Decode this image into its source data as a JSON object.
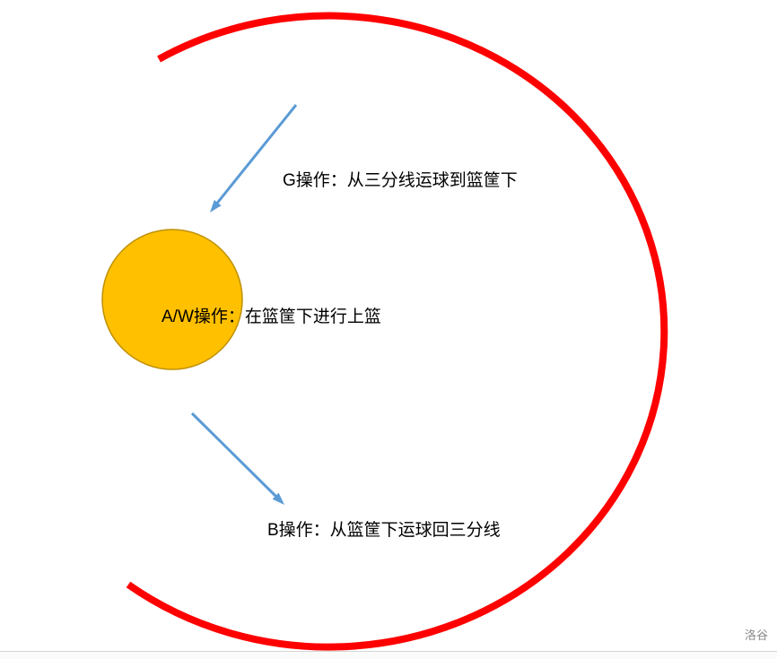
{
  "slide": {
    "labels": {
      "g_operation": "G操作：从三分线运球到篮筐下",
      "aw_operation": "A/W操作：在篮筐下进行上篮",
      "b_operation": "B操作：从篮筐下运球回三分线"
    },
    "watermark": "洛谷"
  },
  "colors": {
    "arc_red": "#fe0000",
    "arrow_blue": "#5b9bd5",
    "circle_orange": "#ffc000",
    "circle_border": "#bf9000",
    "label_text": "#000000",
    "watermark_text": "#8c8c8c",
    "divider": "#d5d5d5"
  }
}
